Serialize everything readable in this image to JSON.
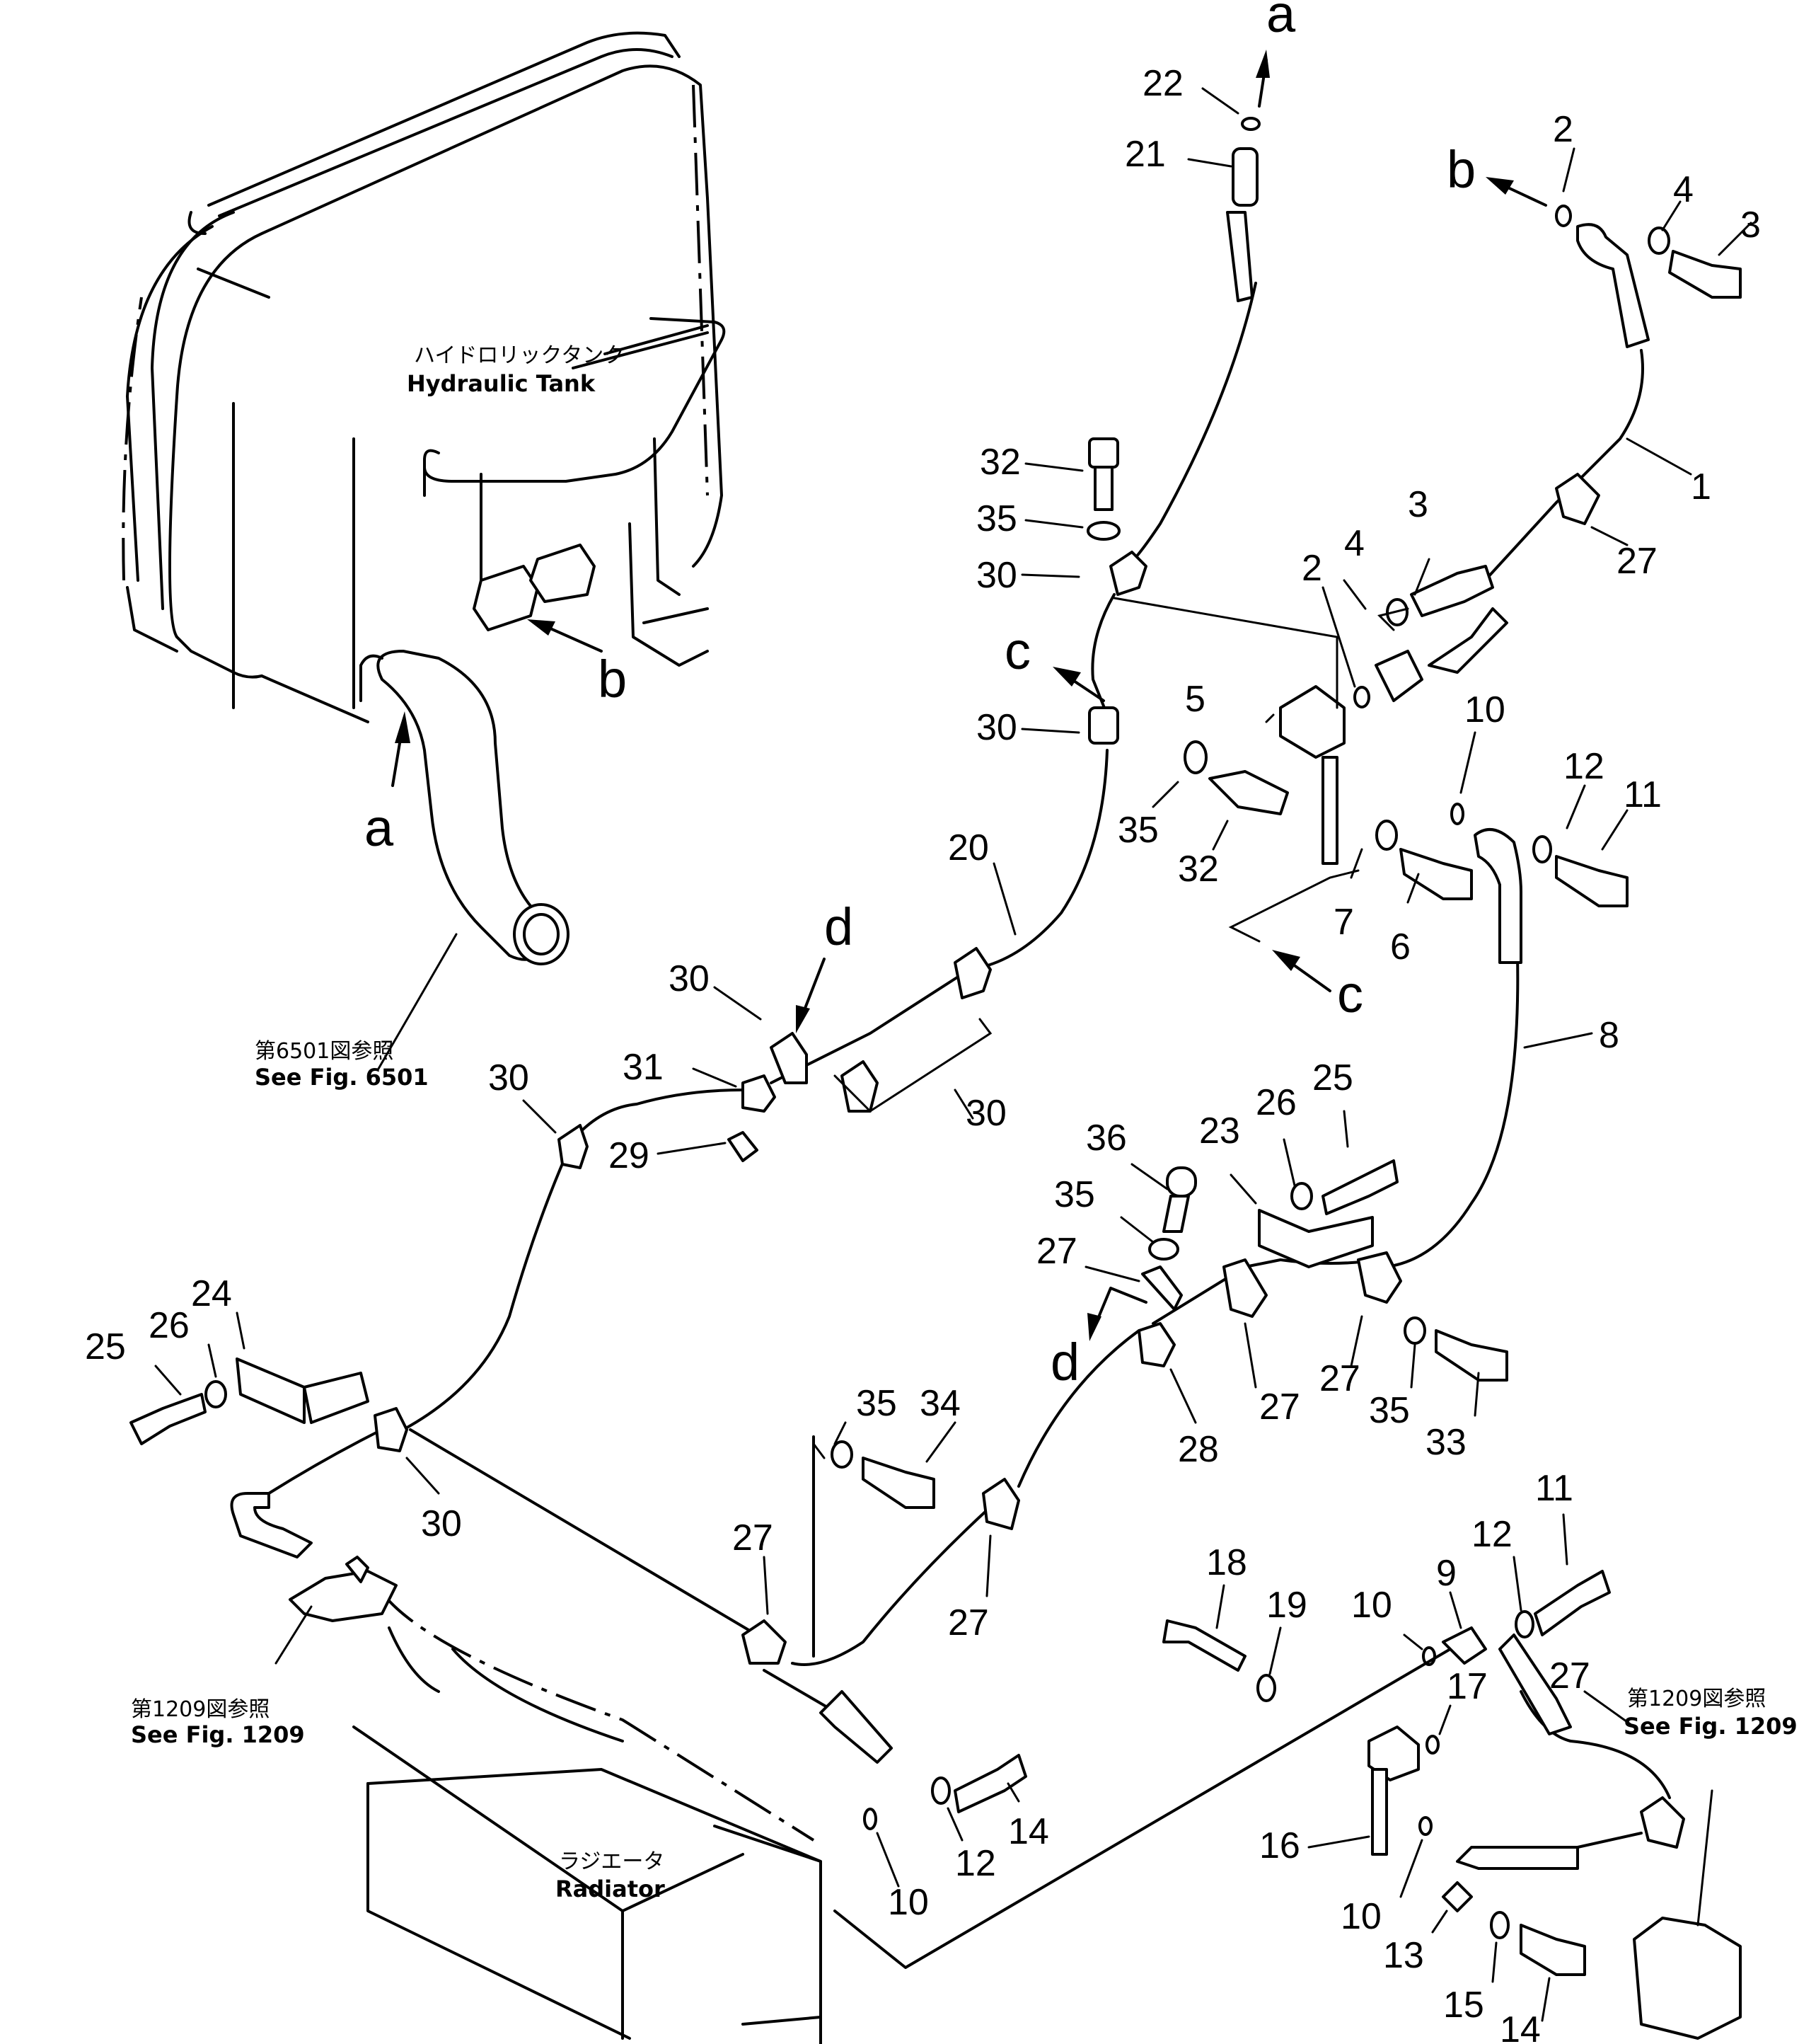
{
  "captions": {
    "hydraulic_tank_jp": "ハイドロリックタンク",
    "hydraulic_tank_en": "Hydraulic  Tank",
    "radiator_jp": "ラジエータ",
    "radiator_en": "Radiator",
    "see_fig_6501_jp": "第6501図参照",
    "see_fig_6501_en": "See  Fig. 6501",
    "see_fig_1209_left_jp": "第1209図参照",
    "see_fig_1209_left_en": "See  Fig. 1209",
    "see_fig_1209_right_jp": "第1209図参照",
    "see_fig_1209_right_en": "See  Fig. 1209"
  },
  "reference_letters": [
    {
      "id": "a_top",
      "text": "a"
    },
    {
      "id": "a_tank",
      "text": "a"
    },
    {
      "id": "b_top",
      "text": "b"
    },
    {
      "id": "b_tank",
      "text": "b"
    },
    {
      "id": "c_left",
      "text": "c"
    },
    {
      "id": "c_right",
      "text": "c"
    },
    {
      "id": "d_upper",
      "text": "d"
    },
    {
      "id": "d_lower",
      "text": "d"
    }
  ],
  "part_callouts": [
    {
      "id": "p22",
      "text": "22"
    },
    {
      "id": "p21",
      "text": "21"
    },
    {
      "id": "p2_top",
      "text": "2"
    },
    {
      "id": "p4_top",
      "text": "4"
    },
    {
      "id": "p3_top",
      "text": "3"
    },
    {
      "id": "p1",
      "text": "1"
    },
    {
      "id": "p27_top",
      "text": "27"
    },
    {
      "id": "p32_top",
      "text": "32"
    },
    {
      "id": "p35_top",
      "text": "35"
    },
    {
      "id": "p30_top",
      "text": "30"
    },
    {
      "id": "p3_mid",
      "text": "3"
    },
    {
      "id": "p4_mid",
      "text": "4"
    },
    {
      "id": "p2_mid",
      "text": "2"
    },
    {
      "id": "p5",
      "text": "5"
    },
    {
      "id": "p30_c",
      "text": "30"
    },
    {
      "id": "p35_mid",
      "text": "35"
    },
    {
      "id": "p32_mid",
      "text": "32"
    },
    {
      "id": "p10_top",
      "text": "10"
    },
    {
      "id": "p12_top",
      "text": "12"
    },
    {
      "id": "p11_top",
      "text": "11"
    },
    {
      "id": "p7",
      "text": "7"
    },
    {
      "id": "p6",
      "text": "6"
    },
    {
      "id": "p20",
      "text": "20"
    },
    {
      "id": "p30_d",
      "text": "30"
    },
    {
      "id": "p31",
      "text": "31"
    },
    {
      "id": "p30_bracket",
      "text": "30"
    },
    {
      "id": "p8",
      "text": "8"
    },
    {
      "id": "p30_left",
      "text": "30"
    },
    {
      "id": "p29",
      "text": "29"
    },
    {
      "id": "p36",
      "text": "36"
    },
    {
      "id": "p35_d",
      "text": "35"
    },
    {
      "id": "p23",
      "text": "23"
    },
    {
      "id": "p26_right",
      "text": "26"
    },
    {
      "id": "p25_right",
      "text": "25"
    },
    {
      "id": "p27_d",
      "text": "27"
    },
    {
      "id": "p27_c1",
      "text": "27"
    },
    {
      "id": "p27_c2",
      "text": "27"
    },
    {
      "id": "p35_r",
      "text": "35"
    },
    {
      "id": "p33",
      "text": "33"
    },
    {
      "id": "p28",
      "text": "28"
    },
    {
      "id": "p24",
      "text": "24"
    },
    {
      "id": "p26_left",
      "text": "26"
    },
    {
      "id": "p25_left",
      "text": "25"
    },
    {
      "id": "p30_bl",
      "text": "30"
    },
    {
      "id": "p35_low",
      "text": "35"
    },
    {
      "id": "p34",
      "text": "34"
    },
    {
      "id": "p27_low1",
      "text": "27"
    },
    {
      "id": "p27_low2",
      "text": "27"
    },
    {
      "id": "p18",
      "text": "18"
    },
    {
      "id": "p19",
      "text": "19"
    },
    {
      "id": "p10_b1",
      "text": "10"
    },
    {
      "id": "p9",
      "text": "9"
    },
    {
      "id": "p12_b",
      "text": "12"
    },
    {
      "id": "p11_b",
      "text": "11"
    },
    {
      "id": "p17",
      "text": "17"
    },
    {
      "id": "p16",
      "text": "16"
    },
    {
      "id": "p27_b",
      "text": "27"
    },
    {
      "id": "p10_b2",
      "text": "10"
    },
    {
      "id": "p13",
      "text": "13"
    },
    {
      "id": "p15",
      "text": "15"
    },
    {
      "id": "p14_b",
      "text": "14"
    },
    {
      "id": "p14_rad",
      "text": "14"
    },
    {
      "id": "p12_rad",
      "text": "12"
    },
    {
      "id": "p10_rad",
      "text": "10"
    }
  ]
}
